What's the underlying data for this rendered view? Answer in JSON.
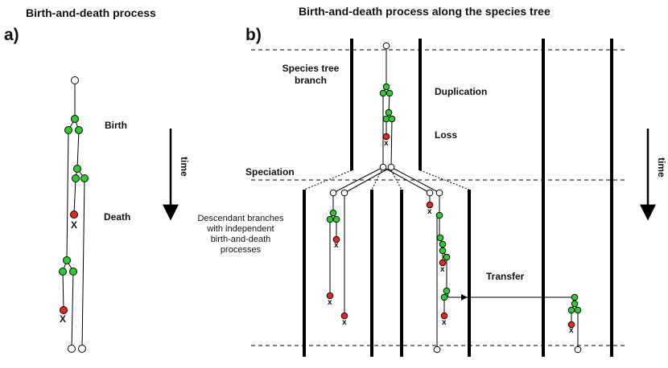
{
  "titles": {
    "left": "Birth-and-death process",
    "right": "Birth-and-death process along the species tree"
  },
  "panels": {
    "a": "a)",
    "b": "b)"
  },
  "left_labels": {
    "birth": "Birth",
    "death": "Death",
    "time": "time",
    "loss_mark": "X"
  },
  "right_labels": {
    "species_branch": "Species tree branch",
    "duplication": "Duplication",
    "loss": "Loss",
    "speciation": "Speciation",
    "descendant": "Descendant branches with independent birth-and-death processes",
    "transfer": "Transfer",
    "time": "time",
    "loss_mark": "x"
  },
  "colors": {
    "birth_node": "#2ecc2e",
    "death_node": "#e02a1b",
    "root_node": "#ffffff",
    "line": "#000000"
  }
}
